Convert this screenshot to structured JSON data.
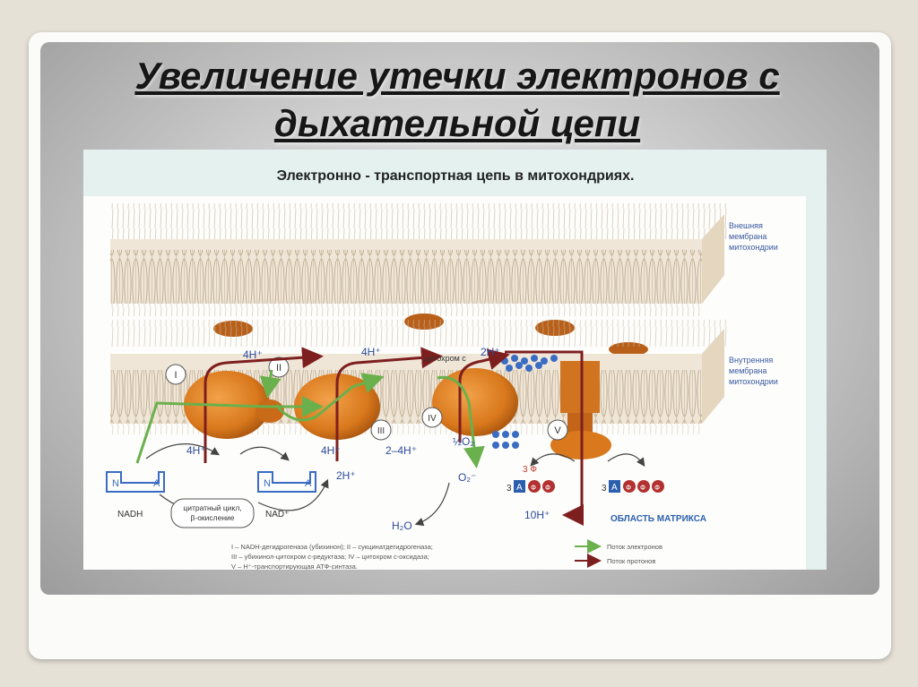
{
  "slide": {
    "title_line1": "Увеличение утечки электронов с",
    "title_line2": "дыхательной цепи"
  },
  "figure": {
    "heading": "Электронно - транспортная цепь в митохондриях.",
    "outer_membrane_label": [
      "Внешняя",
      "мембрана",
      "митохондрии"
    ],
    "inner_membrane_label": [
      "Внутренняя",
      "мембрана",
      "митохондрии"
    ],
    "complexes": [
      "I",
      "II",
      "III",
      "IV",
      "V"
    ],
    "proton_labels": {
      "top_i": "4H⁺",
      "top_iii": "4H⁺",
      "top_iv": "2H⁺",
      "bottom_i": "4H⁺",
      "bottom_iii": "4H⁺",
      "bottom_iv": "2–4H⁺",
      "middle": "2H⁺",
      "matrix": "10H⁺"
    },
    "cytochrome_label": "цитохром с",
    "oxygen_half": "½O₂",
    "superoxide": "O₂⁻",
    "water": "H₂O",
    "nad_labels": [
      "N",
      "A",
      "N",
      "A"
    ],
    "nadh": "NADH",
    "nad_plus": "NAD⁺",
    "cycle_label": [
      "цитратный цикл,",
      "β-окисление"
    ],
    "adp_label": [
      "3",
      "A",
      "Ф",
      "Ф"
    ],
    "atp_label": [
      "3",
      "A",
      "Ф",
      "Ф",
      "Ф"
    ],
    "phosphate": "3 Ф",
    "matrix_region": "ОБЛАСТЬ МАТРИКСА",
    "legend_text": [
      "I – NADH-дегидрогеназа (убихинон); II – сукцинатдегидрогеназа;",
      "III – убихинол-цитохром c-редуктаза; IV – цитохром c-оксидаза;",
      "V – H⁺-транспортирующая АТФ-синтаза."
    ],
    "legend_electron": "Поток электронов",
    "legend_proton": "Поток протонов",
    "colors": {
      "complex": "#d9781c",
      "electron_flow": "#6ab04c",
      "proton_flow": "#7e1f1f",
      "membrane": "#efe6d8",
      "band": "#e4f1ef"
    }
  }
}
